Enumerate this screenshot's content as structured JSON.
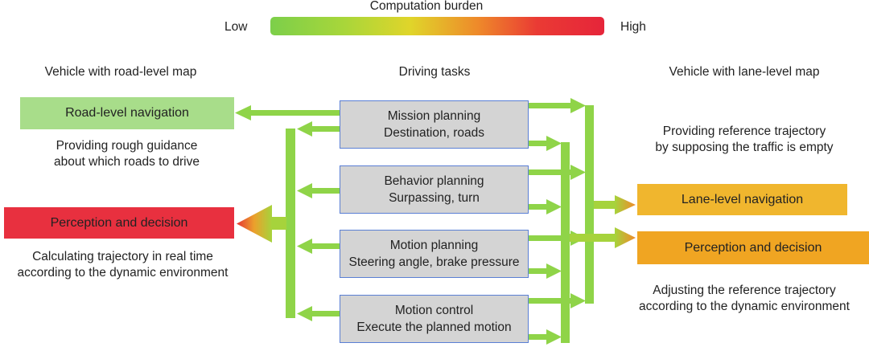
{
  "scale": {
    "title": "Computation burden",
    "low": "Low",
    "high": "High"
  },
  "headers": {
    "left": "Vehicle with road-level map",
    "center": "Driving tasks",
    "right": "Vehicle with lane-level map"
  },
  "left": {
    "road_nav": {
      "label": "Road-level navigation",
      "color": "#a8dd8a"
    },
    "road_desc": [
      "Providing rough guidance",
      "about which roads to drive"
    ],
    "perception": {
      "label": "Perception and decision",
      "color": "#e8303f"
    },
    "perception_desc": [
      "Calculating trajectory in real time",
      "according to the dynamic environment"
    ]
  },
  "tasks": [
    {
      "title": "Mission planning",
      "subtitle": "Destination, roads"
    },
    {
      "title": "Behavior planning",
      "subtitle": "Surpassing, turn"
    },
    {
      "title": "Motion planning",
      "subtitle": "Steering angle, brake pressure"
    },
    {
      "title": "Motion control",
      "subtitle": "Execute the planned motion"
    }
  ],
  "right": {
    "ref_desc": [
      "Providing reference trajectory",
      "by supposing the traffic is empty"
    ],
    "lane_nav": {
      "label": "Lane-level navigation",
      "color": "#f0b62e"
    },
    "perception": {
      "label": "Perception and decision",
      "color": "#f0a522"
    },
    "adjust_desc": [
      "Adjusting the reference trajectory",
      "according to the dynamic environment"
    ]
  },
  "colors": {
    "arrow_green": "#8fd448",
    "box_border": "#5a7fd4",
    "box_fill": "#d4d4d4"
  }
}
